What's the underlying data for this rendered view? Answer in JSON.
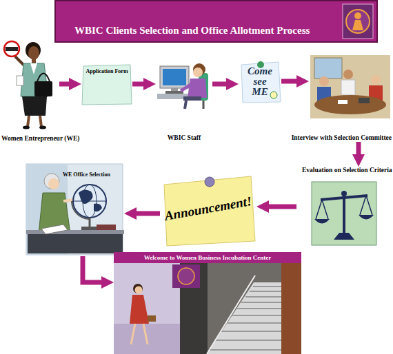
{
  "diagram": {
    "title": "WBIC Clients Selection and Office Allotment Process",
    "nodes": [
      {
        "text": [
          "Women Entrepreneur (WE)"
        ]
      },
      {
        "text": [
          "Application Form"
        ]
      },
      {
        "text": [
          "WBIC Staff"
        ]
      },
      {
        "text": [
          "Come see ME"
        ]
      },
      {
        "text": [
          "Interview with Selection Committee"
        ]
      },
      {
        "text": [
          "Evaluation on Selection Criteria"
        ]
      },
      {
        "text": [
          "Announcement!"
        ]
      },
      {
        "text": [
          "WE Office Selection"
        ]
      },
      {
        "text": [
          "Welcome to Women Business Incubation Center"
        ]
      }
    ],
    "edges": [
      {
        "from": 0,
        "to": 1,
        "arrow": "to"
      },
      {
        "from": 1,
        "to": 2,
        "arrow": "to"
      },
      {
        "from": 2,
        "to": 3,
        "arrow": "to"
      },
      {
        "from": 3,
        "to": 4,
        "arrow": "to"
      },
      {
        "from": 4,
        "to": 5,
        "arrow": "to"
      },
      {
        "from": 5,
        "to": 6,
        "arrow": "to"
      },
      {
        "from": 6,
        "to": 7,
        "arrow": "to"
      },
      {
        "from": 7,
        "to": 8,
        "arrow": "to"
      }
    ]
  }
}
